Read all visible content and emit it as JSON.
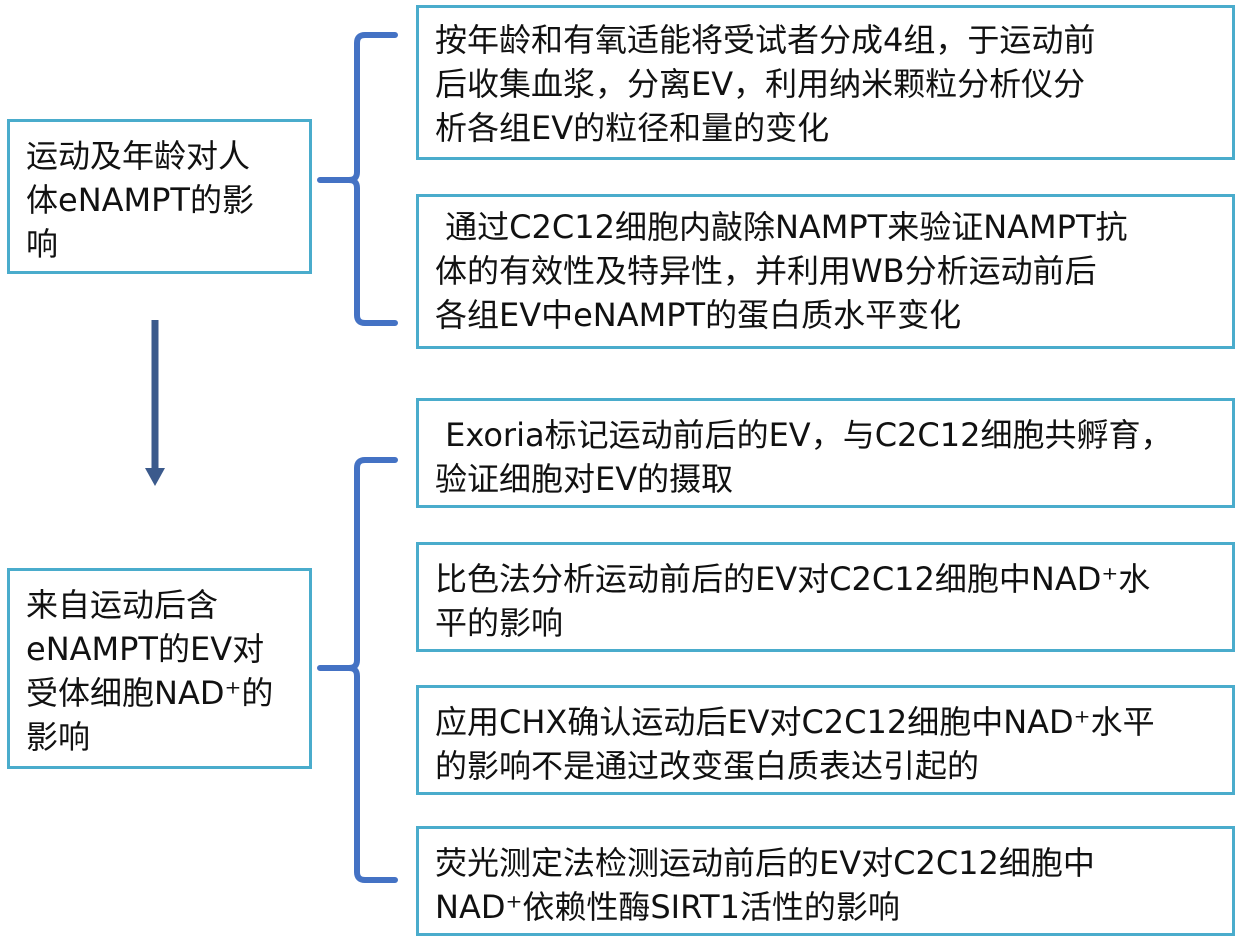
{
  "colors": {
    "box_border": "#4aaccc",
    "bracket": "#4472c4",
    "arrow": "#3b5a8c",
    "text": "#111111"
  },
  "group1": {
    "topic_lines": [
      "运动及年龄对人",
      "体eNAMPT的影",
      "响"
    ],
    "methods": [
      {
        "lines": [
          "按年龄和有氧适能将受试者分成4组，于运动前",
          "后收集血浆，分离EV，利用纳米颗粒分析仪分",
          "析各组EV的粒径和量的变化"
        ]
      },
      {
        "lines": [
          " 通过C2C12细胞内敲除NAMPT来验证NAMPT抗",
          "体的有效性及特异性，并利用WB分析运动前后",
          "各组EV中eNAMPT的蛋白质水平变化"
        ]
      }
    ]
  },
  "group2": {
    "topic_lines": [
      "来自运动后含",
      "eNAMPT的EV对",
      "受体细胞NAD⁺的",
      "影响"
    ],
    "methods": [
      {
        "lines": [
          " Exoria标记运动前后的EV，与C2C12细胞共孵育，",
          "验证细胞对EV的摄取"
        ]
      },
      {
        "lines": [
          "比色法分析运动前后的EV对C2C12细胞中NAD⁺水",
          "平的影响"
        ]
      },
      {
        "lines": [
          "应用CHX确认运动后EV对C2C12细胞中NAD⁺水平",
          "的影响不是通过改变蛋白质表达引起的"
        ]
      },
      {
        "lines": [
          "荧光测定法检测运动前后的EV对C2C12细胞中",
          "NAD⁺依赖性酶SIRT1活性的影响"
        ]
      }
    ]
  }
}
